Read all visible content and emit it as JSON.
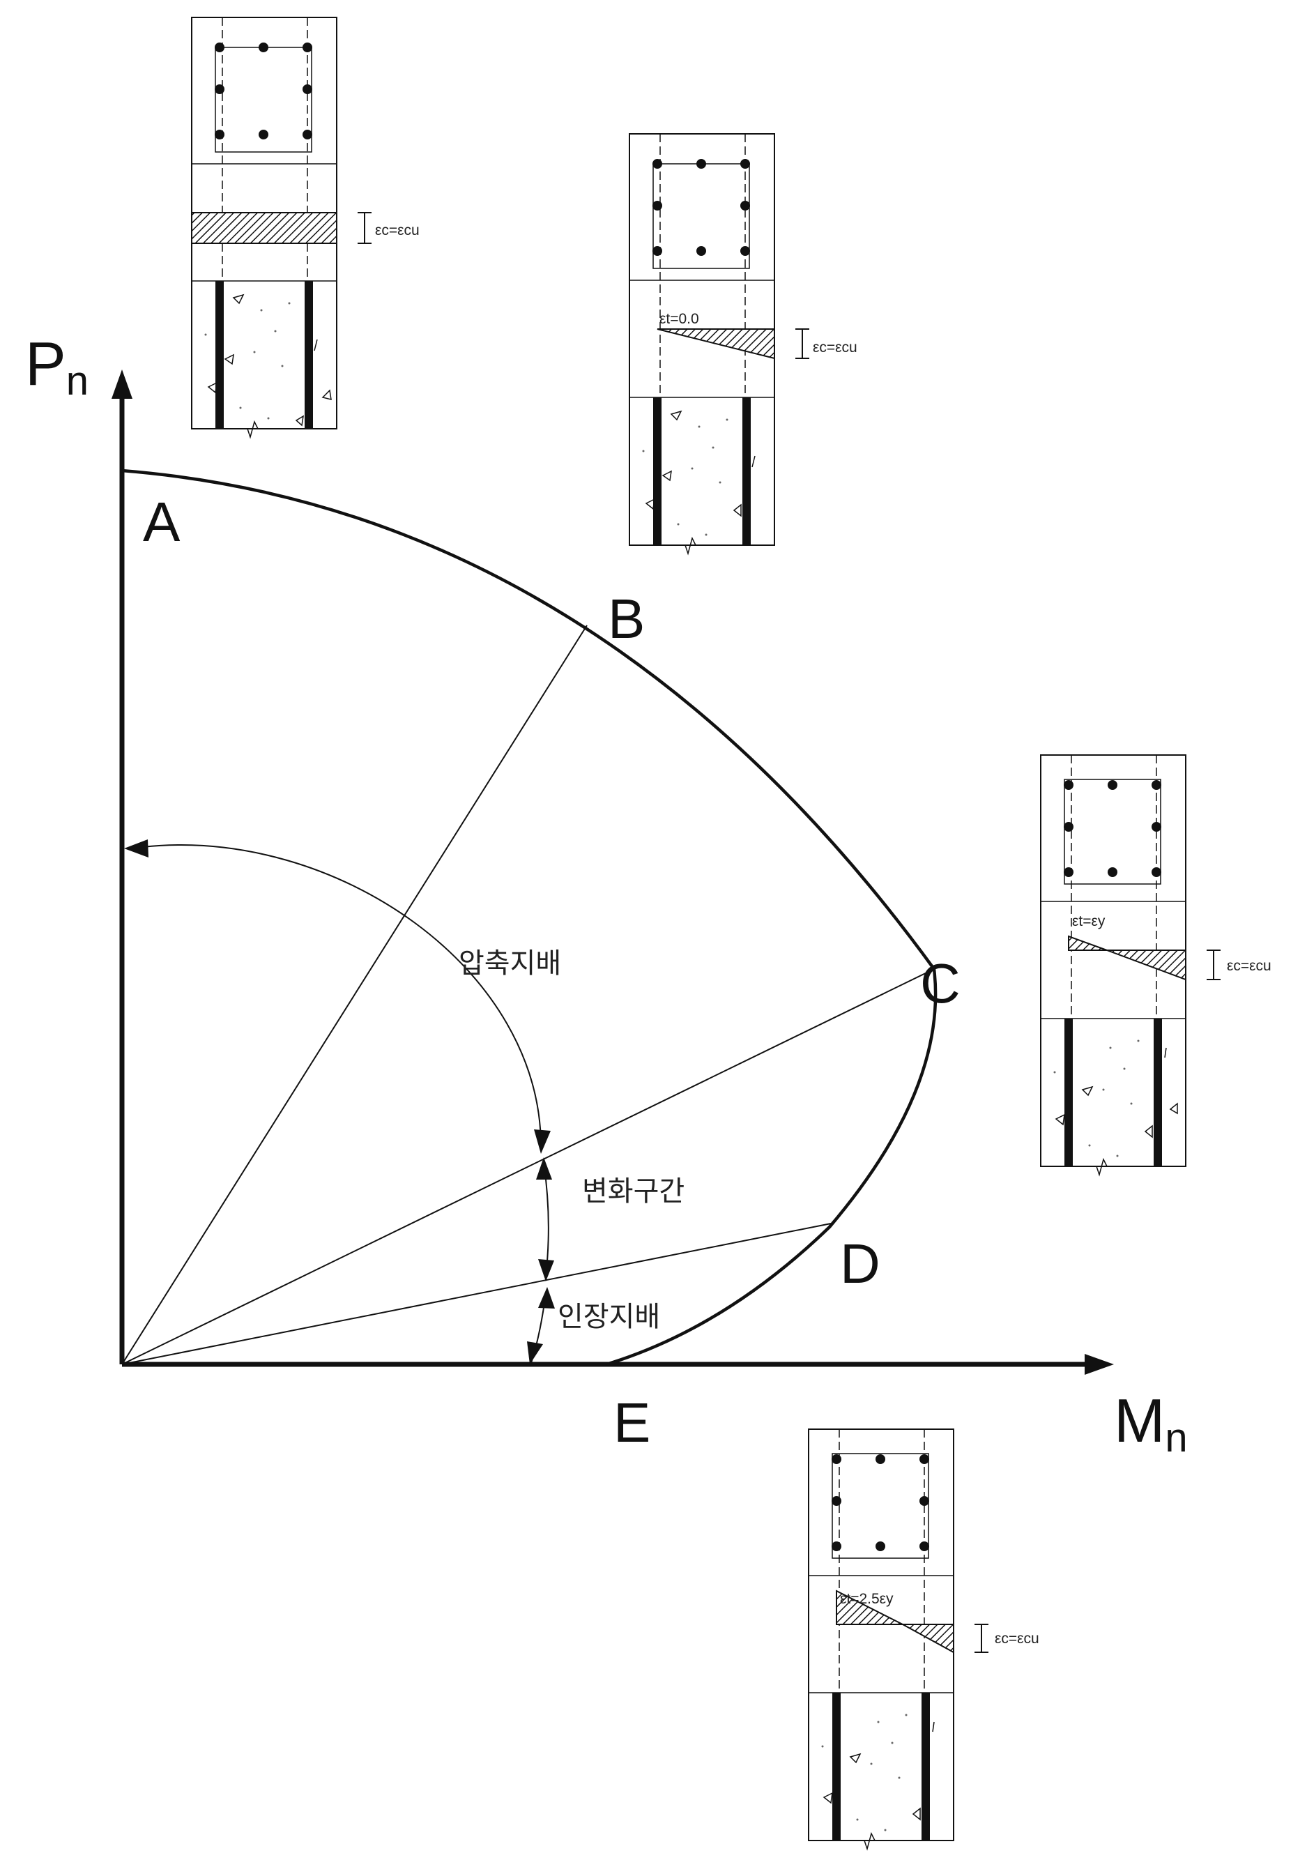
{
  "diagram": {
    "y_axis": {
      "main": "P",
      "sub": "n"
    },
    "x_axis": {
      "main": "M",
      "sub": "n"
    },
    "points": {
      "A": "A",
      "B": "B",
      "C": "C",
      "D": "D",
      "E": "E"
    },
    "regions": {
      "compression": "압축지배",
      "transition": "변화구간",
      "tension": "인장지배"
    }
  },
  "sections": {
    "A": {
      "strain_bottom": "εc=εcu"
    },
    "B": {
      "strain_top": "εt=0.0",
      "strain_bottom": "εc=εcu"
    },
    "C": {
      "strain_top": "εt=εy",
      "strain_bottom": "εc=εcu"
    },
    "E": {
      "strain_top": "εt=2.5εy",
      "strain_bottom": "εc=εcu"
    }
  }
}
